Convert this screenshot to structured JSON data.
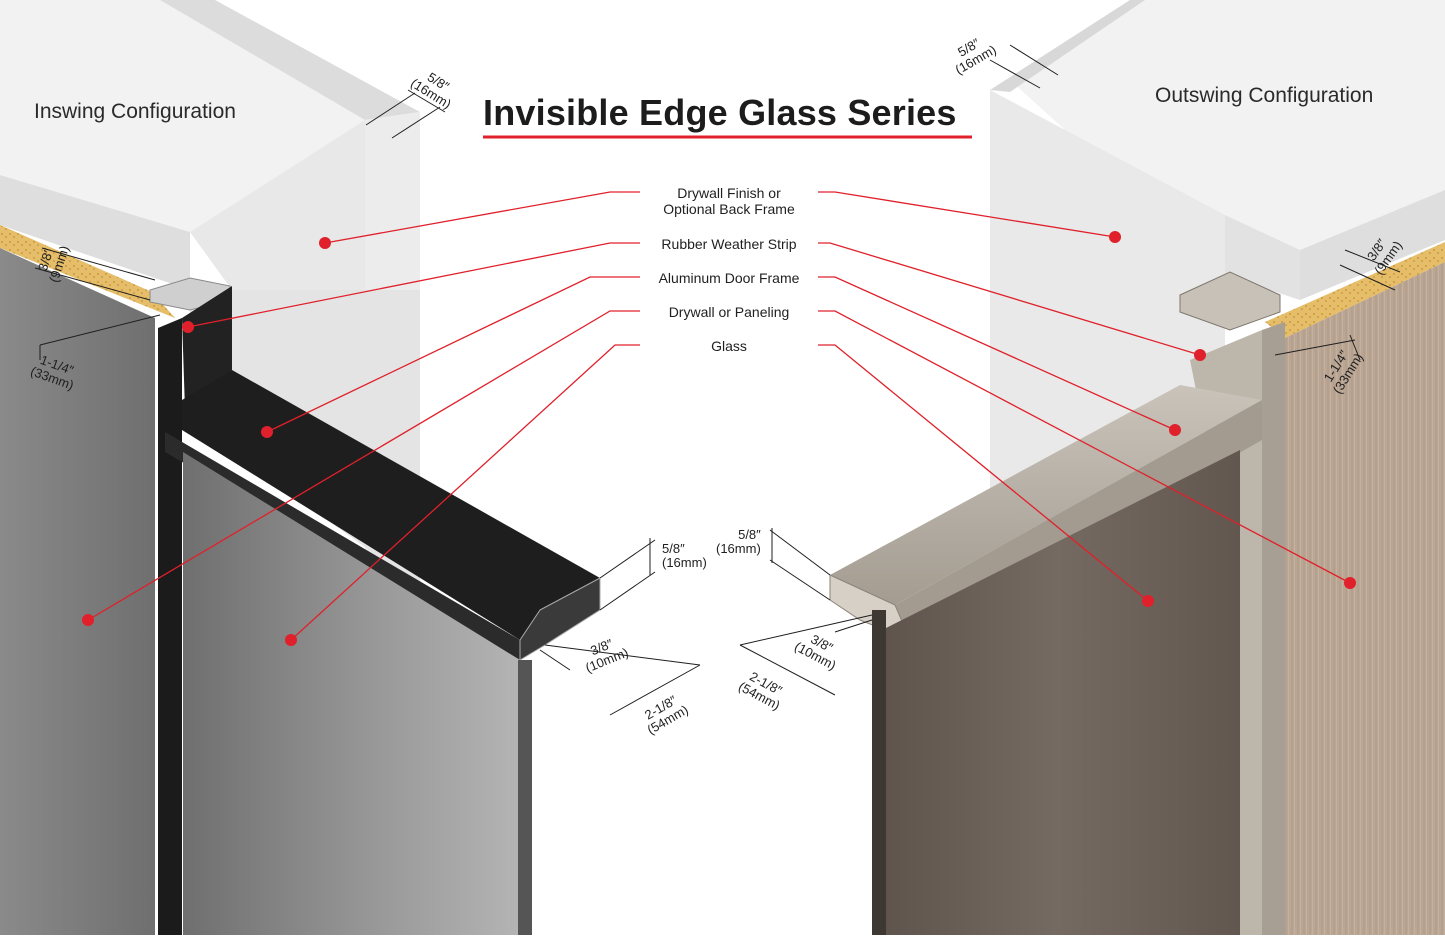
{
  "title": "Invisible Edge Glass Series",
  "left_config": "Inswing Configuration",
  "right_config": "Outswing Configuration",
  "callouts": [
    {
      "line1": "Drywall Finish or",
      "line2": "Optional Back Frame"
    },
    {
      "line1": "Rubber Weather Strip"
    },
    {
      "line1": "Aluminum Door Frame"
    },
    {
      "line1": "Drywall or Paneling"
    },
    {
      "line1": "Glass"
    }
  ],
  "dimensions": {
    "left_top": {
      "imperial": "5/8″",
      "metric": "(16mm)"
    },
    "left_wall": {
      "imperial": "3/8″",
      "metric": "(9mm)"
    },
    "left_frame": {
      "imperial": "1-1/4″",
      "metric": "(33mm)"
    },
    "left_profile_h": {
      "imperial": "5/8″",
      "metric": "(16mm)"
    },
    "left_profile_lip": {
      "imperial": "3/8″",
      "metric": "(10mm)"
    },
    "left_profile_w": {
      "imperial": "2-1/8″",
      "metric": "(54mm)"
    },
    "right_top": {
      "imperial": "5/8″",
      "metric": "(16mm)"
    },
    "right_wall": {
      "imperial": "3/8″",
      "metric": "(9mm)"
    },
    "right_frame": {
      "imperial": "1-1/4″",
      "metric": "(33mm)"
    },
    "right_profile_h": {
      "imperial": "5/8″",
      "metric": "(16mm)"
    },
    "right_profile_lip": {
      "imperial": "3/8″",
      "metric": "(10mm)"
    },
    "right_profile_w": {
      "imperial": "2-1/8″",
      "metric": "(54mm)"
    }
  },
  "colors": {
    "accent_red": "#e0202a",
    "black_frame": "#1b1b1b",
    "silver_frame": "#b3aca2",
    "gray_wall": "#7f7f7f",
    "wood_wall": "#b59f8c",
    "drywall": "#f1f1f1",
    "osb_edge": "#e2b85f",
    "glass_left": "#8d8d8d",
    "glass_right": "#6e625a"
  }
}
